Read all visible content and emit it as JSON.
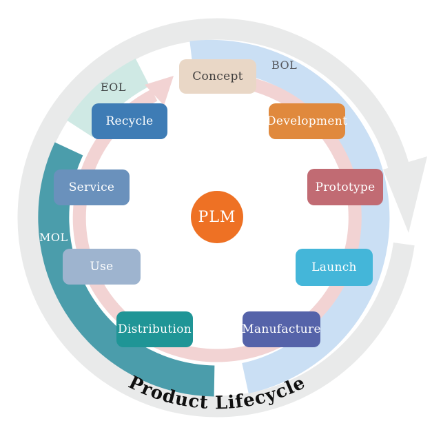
{
  "diagram": {
    "center_node": {
      "label": "PLM",
      "color": "#ee7124",
      "text_color": "#ffffff"
    },
    "curved_caption": "Product Lifecycle",
    "outer_arrow_color": "#e9eaea",
    "inner_arrow_color": "#f2d3d3",
    "phases": [
      {
        "label": "BOL",
        "arc_color": "#cadff4",
        "label_color": "#54555a"
      },
      {
        "label": "MOL",
        "arc_color": "#4b9dab",
        "label_color": "#ffffff"
      },
      {
        "label": "EOL",
        "arc_color": "#cfe9e4",
        "label_color": "#3f4243"
      }
    ],
    "stages": [
      {
        "label": "Concept",
        "color": "#e9d7c6",
        "text_color": "#403e3d"
      },
      {
        "label": "Development",
        "color": "#e0893d",
        "text_color": "#ffffff"
      },
      {
        "label": "Prototype",
        "color": "#c16b73",
        "text_color": "#ffffff"
      },
      {
        "label": "Launch",
        "color": "#44b6d9",
        "text_color": "#ffffff"
      },
      {
        "label": "Manufacture",
        "color": "#5563a9",
        "text_color": "#ffffff"
      },
      {
        "label": "Distribution",
        "color": "#1f9596",
        "text_color": "#ffffff"
      },
      {
        "label": "Use",
        "color": "#9eb4cf",
        "text_color": "#ffffff"
      },
      {
        "label": "Service",
        "color": "#6a91bc",
        "text_color": "#ffffff"
      },
      {
        "label": "Recycle",
        "color": "#3e7cb5",
        "text_color": "#ffffff"
      }
    ]
  }
}
